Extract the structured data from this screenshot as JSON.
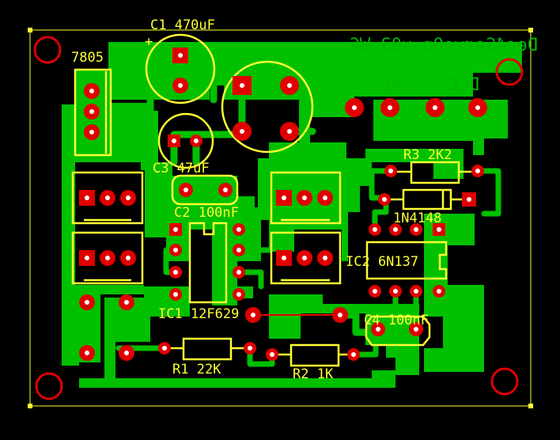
{
  "board": {
    "title": "Dec4ServoOp v03 WG",
    "colors": {
      "background": "#000000",
      "copper": "#00c000",
      "silkscreen": "#ffff33",
      "pads": "#e00000"
    }
  },
  "labels": {
    "regulator": "7805",
    "c1": "C1 470uF",
    "c1_polarity": "+",
    "c3": "C3 47uF",
    "c2": "C2 100nF",
    "c4": "C4 100nF",
    "ic1": "IC1 12F629",
    "ic2": "IC2 6N137",
    "r1": "R1 22K",
    "r2": "R2 1K",
    "r3": "R3 2K2",
    "diode": "1N4148",
    "ac": "AC",
    "dcc": "DCC"
  }
}
